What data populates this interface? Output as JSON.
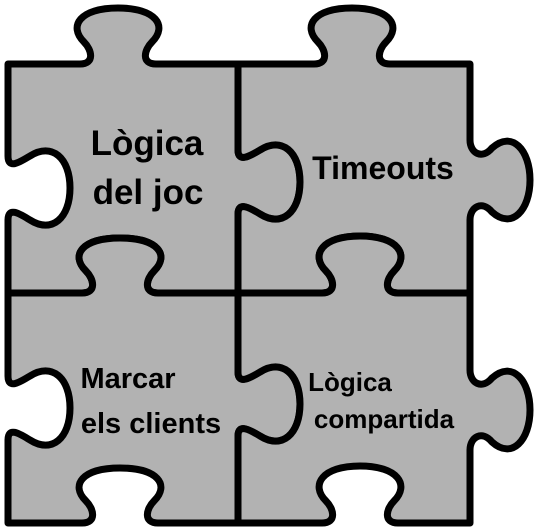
{
  "colors": {
    "piece_fill": "#b2b2b2",
    "outline": "#000000",
    "text": "#000000",
    "background": "#ffffff"
  },
  "pieces": {
    "top_left": {
      "line1": "Lògica",
      "line2": "del joc"
    },
    "top_right": {
      "line1": "Timeouts"
    },
    "bottom_left": {
      "line1": "Marcar",
      "line2": "els clients"
    },
    "bottom_right": {
      "line1": "Lògica",
      "line2": "compartida"
    }
  }
}
